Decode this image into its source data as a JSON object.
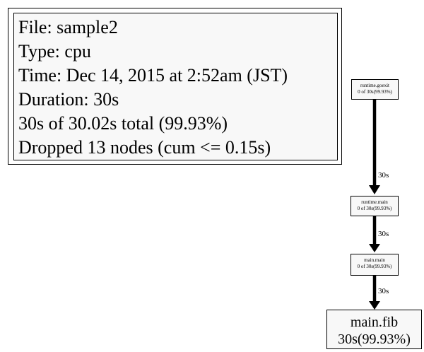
{
  "legend": {
    "file": "File: sample2",
    "type": "Type: cpu",
    "time": "Time: Dec 14, 2015 at 2:52am (JST)",
    "duration": "Duration: 30s",
    "total": "30s of 30.02s total (99.93%)",
    "dropped": "Dropped 13 nodes (cum <= 0.15s)"
  },
  "nodes": {
    "goexit": {
      "name": "runtime.goexit",
      "stats": "0 of 30s(99.93%)"
    },
    "runtime_main": {
      "name": "runtime.main",
      "stats": "0 of 30s(99.93%)"
    },
    "main_main": {
      "name": "main.main",
      "stats": "0 of 30s(99.93%)"
    },
    "main_fib": {
      "name": "main.fib",
      "stats": "30s(99.93%)"
    }
  },
  "edges": {
    "e1": "30s",
    "e2": "30s",
    "e3": "30s"
  }
}
